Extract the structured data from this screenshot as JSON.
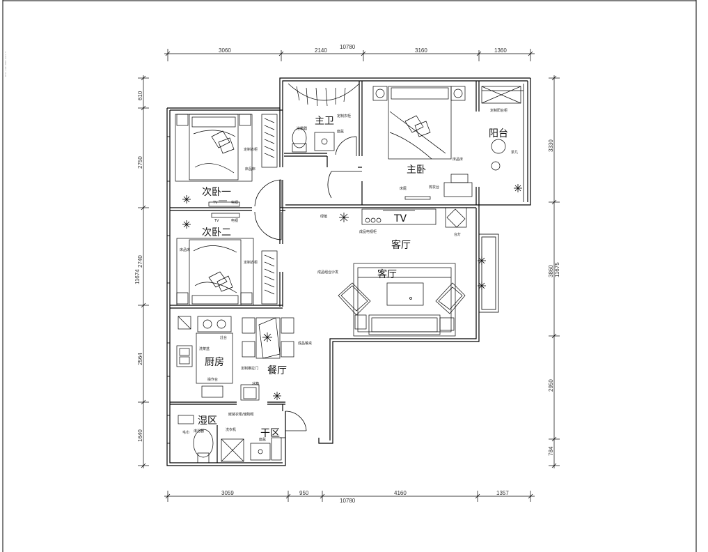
{
  "dimensions": {
    "top_total": "10780",
    "top": [
      "3060",
      "2140",
      "3160",
      "1360"
    ],
    "bottom_total": "10780",
    "bottom": [
      "3059",
      "950",
      "4160",
      "1357"
    ],
    "left_total": "11674",
    "left": [
      "610",
      "2750",
      "2740",
      "2564",
      "1640"
    ],
    "right_total": "11675",
    "right": [
      "3330",
      "3860",
      "2950",
      "784"
    ]
  },
  "rooms": {
    "bedroom2": "次卧一",
    "bedroom3": "次卧二",
    "master_bath": "主卫",
    "master_bedroom": "主卧",
    "balcony": "阳台",
    "living_room": "客厅",
    "living_room_sofa": "客厅",
    "kitchen": "厨房",
    "dining": "餐厅",
    "wet_zone": "湿区",
    "dry_zone": "干区",
    "tv": "TV"
  },
  "notes": {
    "bed2_wardrobe": "定制衣柜",
    "bed2_carpet": "床品床",
    "bed2_tv": "TV",
    "bed2_cabinet": "电视",
    "bed3_cabinet": "电视",
    "bed3_tv": "TV",
    "bed3_carpet": "床品床",
    "bed3_wardrobe": "定制衣柜",
    "bath_heater": "浴霸器",
    "bath_basin": "面盆",
    "bath_mirror": "定制衣柜",
    "master_carpet": "床品床",
    "master_desk": "梳妆台",
    "master_chair": "床尾",
    "balcony_cabinet": "定制阳台柜",
    "balcony_table": "茶几",
    "living_cabinet": "绿植",
    "living_tv_cabinet": "成品电视柜",
    "living_side": "台灯",
    "living_sofa": "成品组合沙发",
    "kitchen_sink": "洗菜盆",
    "kitchen_stove": "灶台",
    "kitchen_counter": "操作台",
    "kitchen_door": "定制推拉门",
    "fridge": "冰箱",
    "dining_table": "成品餐桌",
    "wet_towel": "毛巾",
    "wet_shower": "淋浴器",
    "dry_washer": "洗衣机",
    "dry_basin": "面盆",
    "dry_cabinet": "嵌装衣柜/储物柜"
  },
  "side_text": "Dfcs.cad 2003 auto 5"
}
